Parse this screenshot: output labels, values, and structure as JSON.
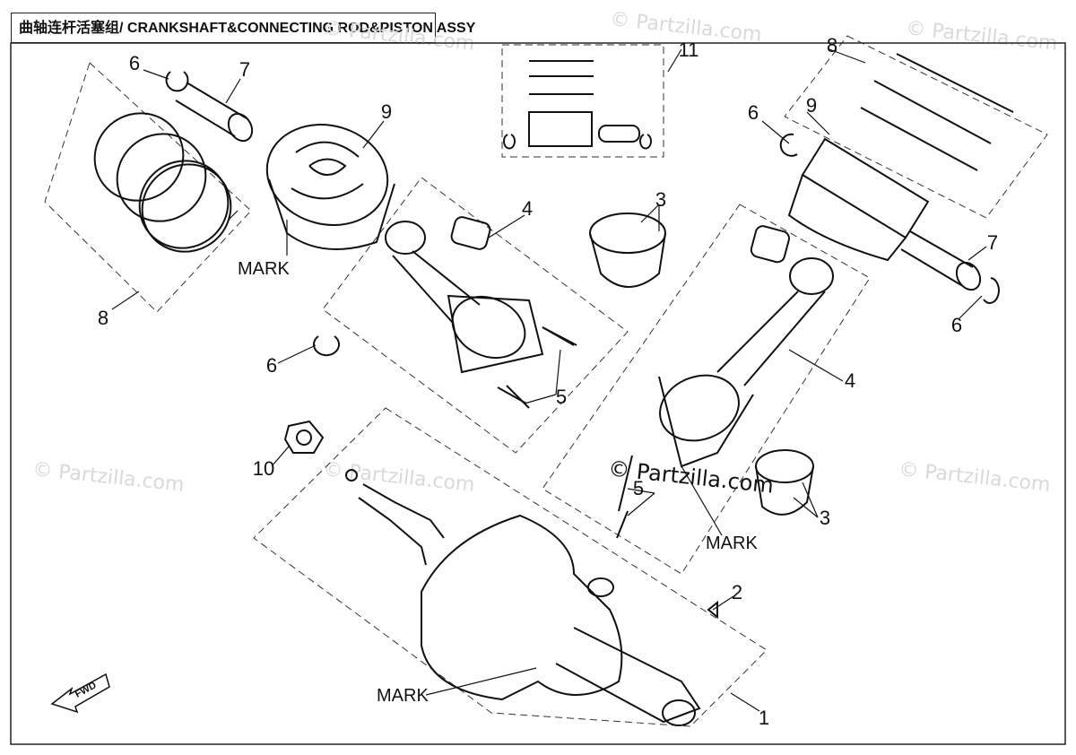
{
  "title": "曲轴连杆活塞组/ CRANKSHAFT&CONNECTING ROD&PISTON ASSY",
  "watermarks": [
    "© Partzilla.com",
    "© Partzilla.com",
    "© Partzilla.com",
    "© Partzilla.com",
    "© Partzilla.com",
    "© Partzilla.com",
    "© Partzilla.com"
  ],
  "callouts": {
    "c1": "1",
    "c2": "2",
    "c3a": "3",
    "c3b": "3",
    "c4a": "4",
    "c4b": "4",
    "c5a": "5",
    "c5b": "5",
    "c6a": "6",
    "c6b": "6",
    "c6c": "6",
    "c6d": "6",
    "c7a": "7",
    "c7b": "7",
    "c8a": "8",
    "c8b": "8",
    "c9a": "9",
    "c9b": "9",
    "c10": "10",
    "c11": "11"
  },
  "marks": {
    "m1": "MARK",
    "m2": "MARK",
    "m3": "MARK"
  },
  "fwd": "FWD"
}
